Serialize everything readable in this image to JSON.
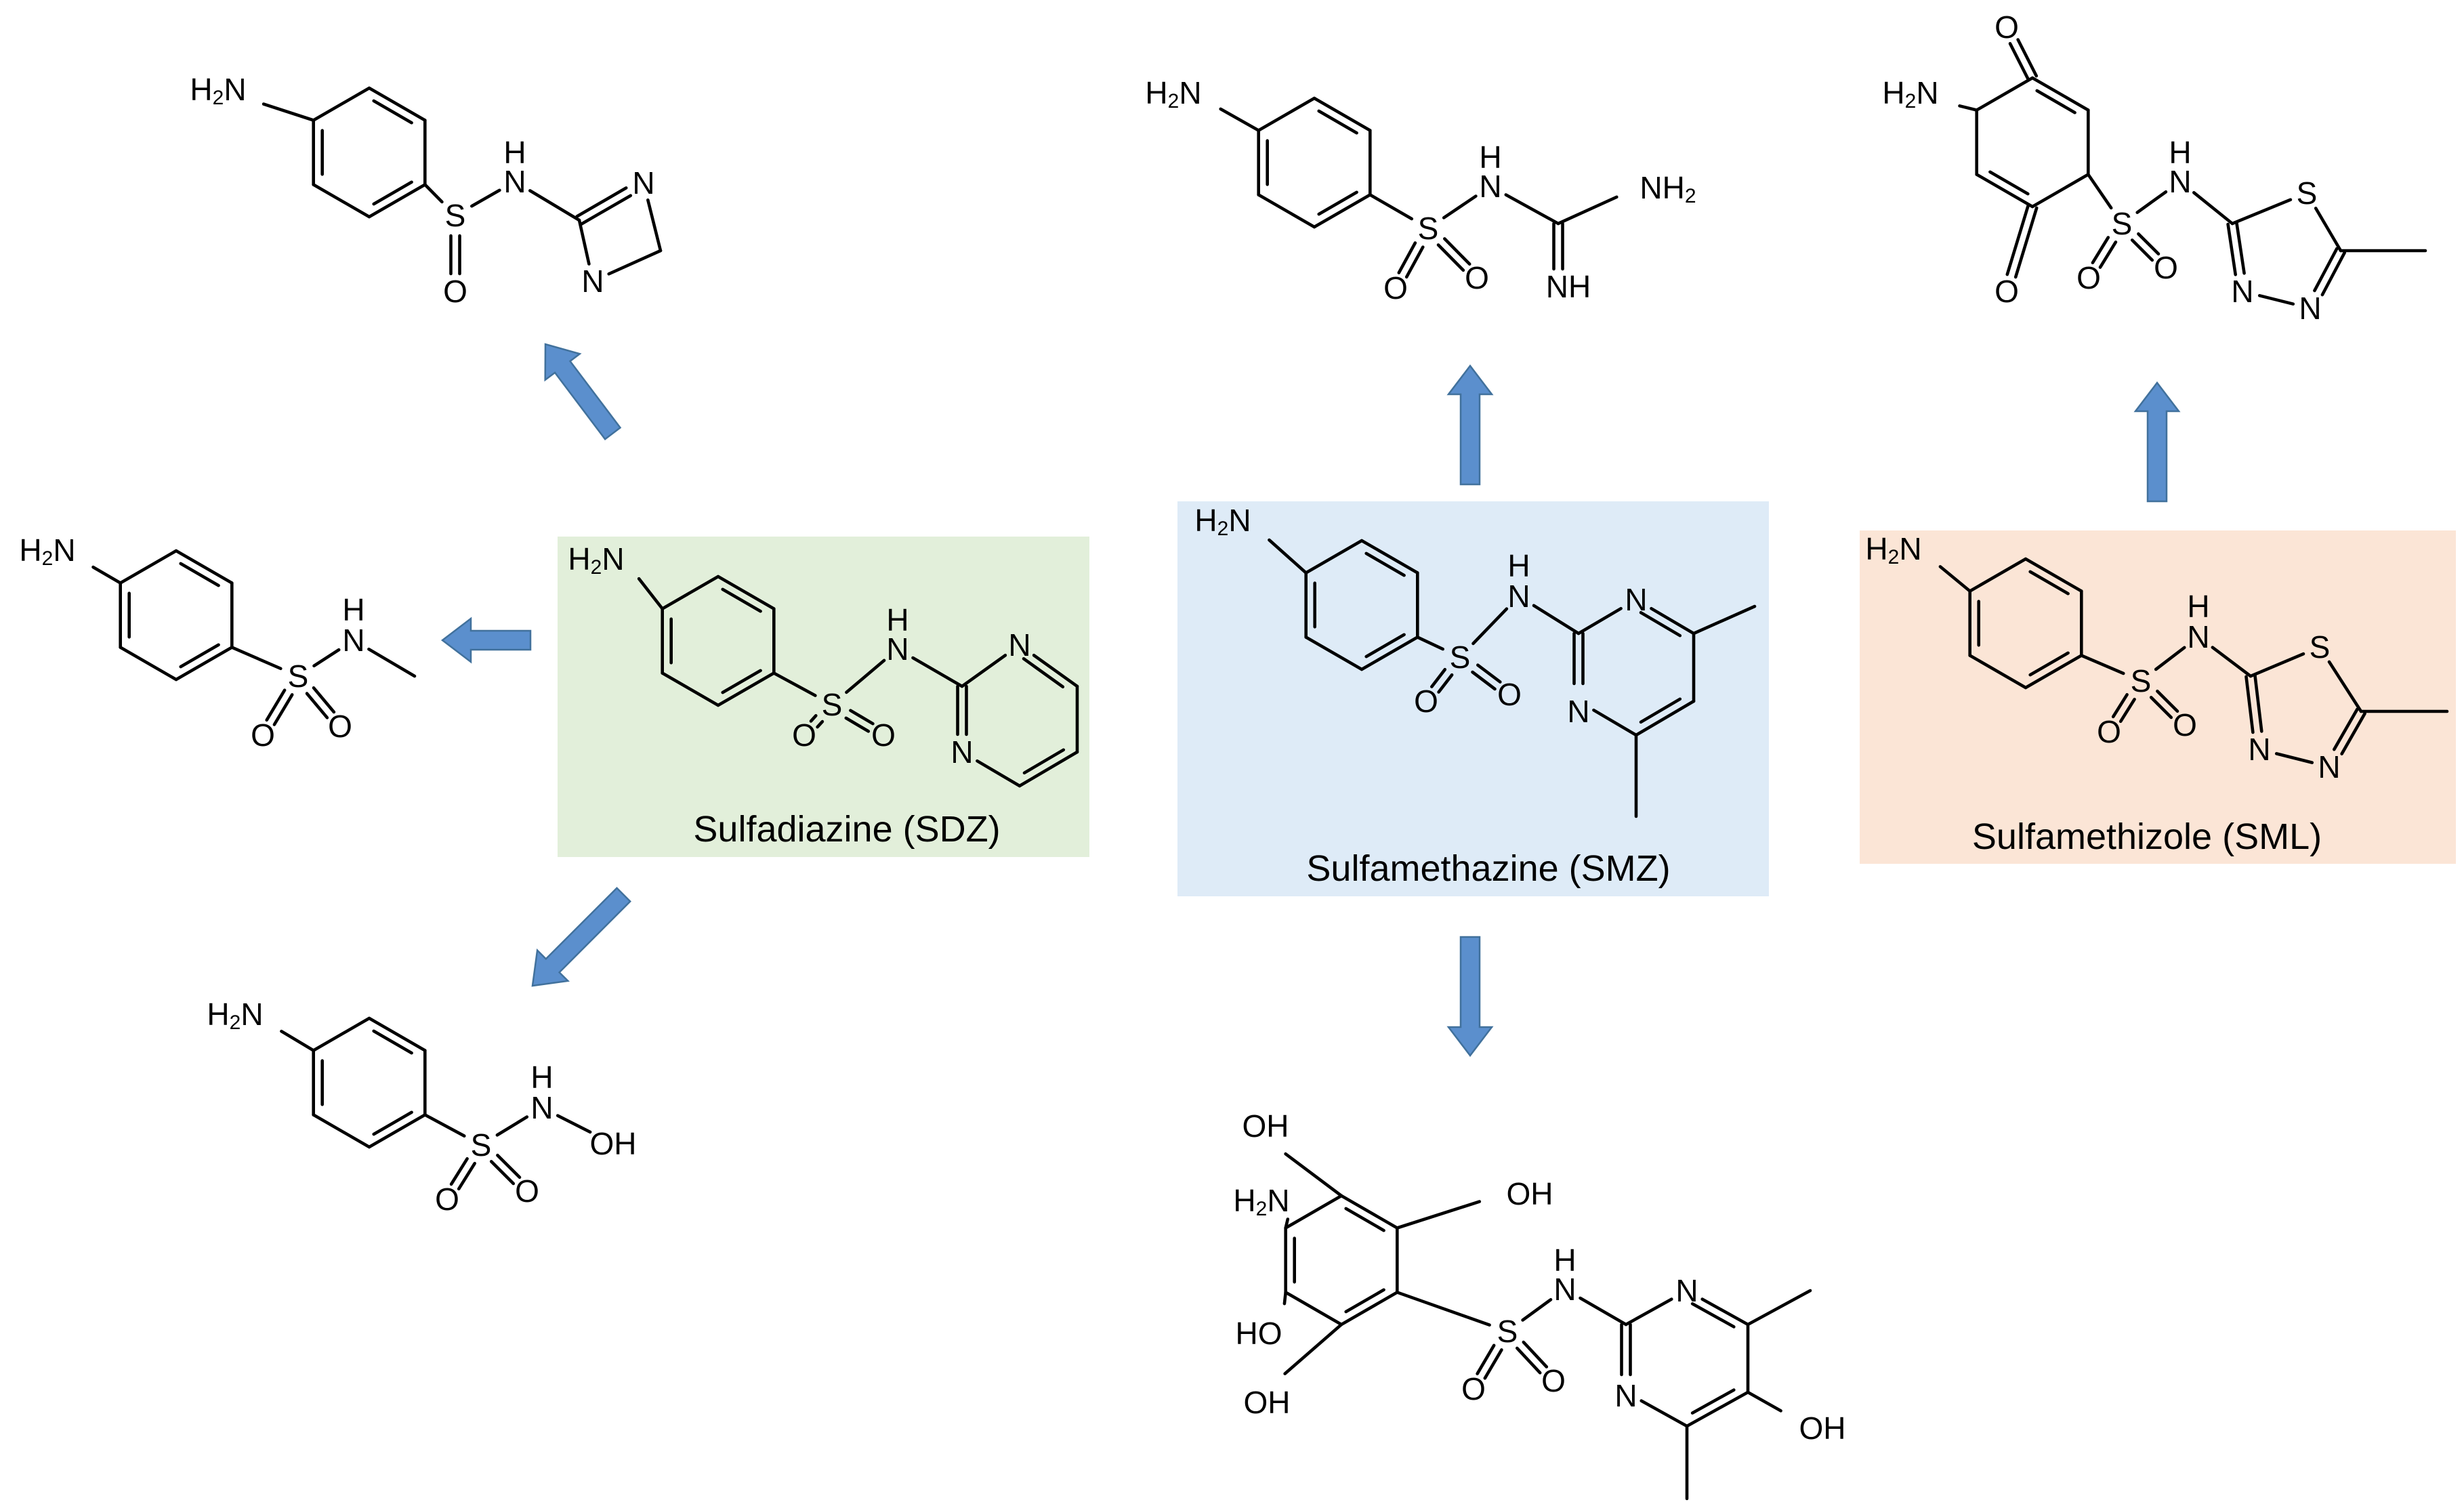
{
  "parents": [
    {
      "caption": "Sulfadiazine (SDZ)",
      "box_color": "#e2efda"
    },
    {
      "caption": "Sulfamethazine (SMZ)",
      "box_color": "#deebf7"
    },
    {
      "caption": "Sulfamethizole (SML)",
      "box_color": "#fbe5d6"
    }
  ],
  "arrow_color": "#5b8fcd",
  "atom_labels": {
    "H2N": "H2N",
    "NH": "NH",
    "H": "H",
    "N": "N",
    "S": "S",
    "O": "O",
    "NH2": "NH2",
    "OH": "OH",
    "HO": "HO"
  }
}
